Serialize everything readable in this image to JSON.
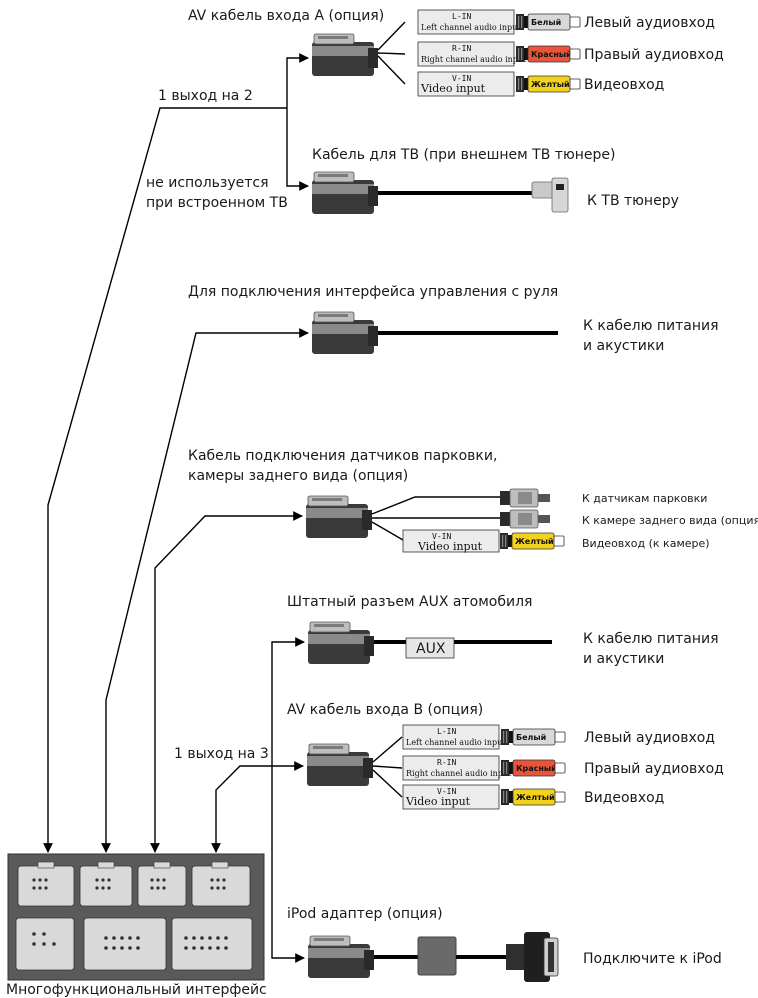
{
  "labels": {
    "av_a_title": "AV кабель входа А (опция)",
    "one_to_two": "1 выход на 2",
    "not_used_1": "не используется",
    "not_used_2": "при встроенном ТВ",
    "tv_cable_title": "Кабель для ТВ (при внешнем ТВ тюнере)",
    "to_tv_tuner": "К ТВ тюнеру",
    "steering_title": "Для  подключения интерфейса управления с руля",
    "to_power_1a": "К кабелю питания",
    "to_power_1b": "и акустики",
    "parking_title_1": "Кабель подключения датчиков парковки,",
    "parking_title_2": "камеры заднего вида (опция)",
    "to_parking_sensors": "К датчикам парковки",
    "to_rear_camera": "К камере заднего вида (опция)",
    "video_in_camera": "Видеовход (к камере)",
    "aux_title": "Штатный разъем AUX атомобиля",
    "aux_tag": "AUX",
    "to_power_2a": "К кабелю питания",
    "to_power_2b": "и акустики",
    "av_b_title": "AV кабель входа В (опция)",
    "one_to_three": "1 выход на 3",
    "ipod_title": "iPod адаптер (опция)",
    "connect_ipod": "Подключите к iPod",
    "interface_caption": "Многофункциональный интерфейс"
  },
  "av_a": {
    "rows": [
      {
        "code": "L-IN",
        "desc": "Left channel audio input",
        "plug": "Белый",
        "plug_color": "#d9d9d9",
        "output": "Левый аудиовход"
      },
      {
        "code": "R-IN",
        "desc": "Right channel audio input",
        "plug": "Красный",
        "plug_color": "#e8553a",
        "output": "Правый аудиовход"
      },
      {
        "code": "V-IN",
        "desc": "Video input",
        "plug": "Желтый",
        "plug_color": "#f2d21b",
        "output": "Видеовход"
      }
    ]
  },
  "av_b": {
    "rows": [
      {
        "code": "L-IN",
        "desc": "Left channel audio input",
        "plug": "Белый",
        "plug_color": "#d9d9d9",
        "output": "Левый аудиовход"
      },
      {
        "code": "R-IN",
        "desc": "Right channel audio input",
        "plug": "Красный",
        "plug_color": "#e8553a",
        "output": "Правый аудиовход"
      },
      {
        "code": "V-IN",
        "desc": "Video input",
        "plug": "Желтый",
        "plug_color": "#f2d21b",
        "output": "Видеовход"
      }
    ]
  },
  "parking_video": {
    "code": "V-IN",
    "desc": "Video input",
    "plug": "Желтый",
    "plug_color": "#f2d21b"
  },
  "colors": {
    "connector_dark": "#3a3a3a",
    "connector_mid": "#6b6b6b",
    "connector_light": "#bdbdbd",
    "interface_body": "#5a5a5a",
    "socket_fill": "#d9d9d9"
  }
}
